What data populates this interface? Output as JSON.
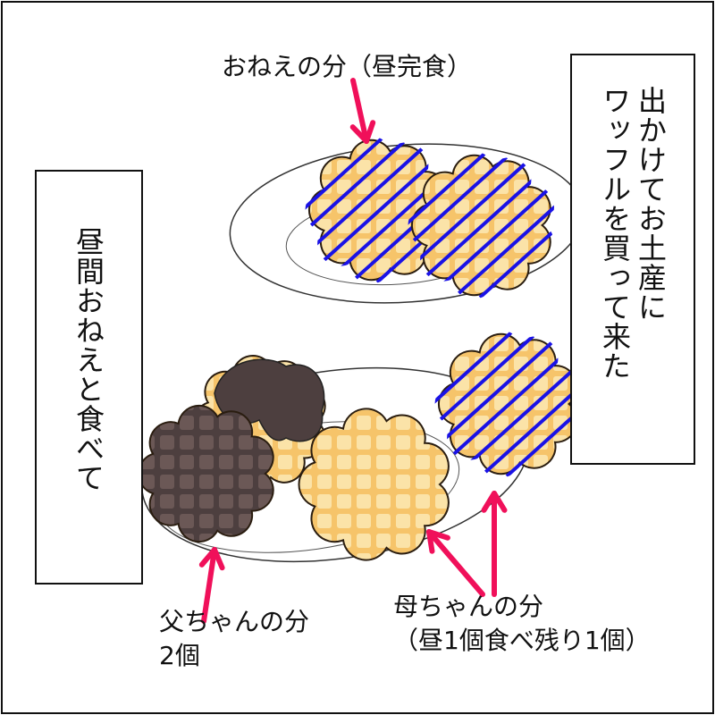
{
  "captions": {
    "onee_share": "おねえの分（昼完食）",
    "right_box": [
      "出かけてお土産に",
      "ワッフルを買って来た"
    ],
    "left_box": "昼間おねえと食べて",
    "father_share": [
      "父ちゃんの分",
      "2個"
    ],
    "mother_share": [
      "母ちゃんの分",
      "（昼1個食べ残り1個）"
    ]
  },
  "colors": {
    "arrow": "#f0105a",
    "strike": "#1a12e6",
    "waffle": "#f2b552",
    "chocolate": "#4d3f3f"
  }
}
